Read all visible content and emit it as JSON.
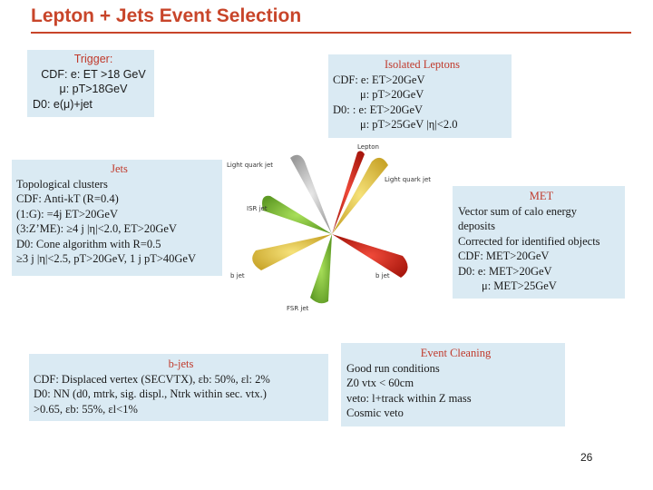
{
  "slide": {
    "title": "Lepton + Jets Event Selection",
    "page_number": "26"
  },
  "trigger": {
    "heading": "Trigger:",
    "lines": [
      "CDF: e: ET >18 GeV",
      "μ: pT>18GeV",
      "D0: e(μ)+jet"
    ]
  },
  "isolated_leptons": {
    "heading": "Isolated Leptons",
    "lines": [
      "CDF: e: ET>20GeV",
      "μ: pT>20GeV",
      "D0: : e: ET>20GeV",
      "μ: pT>25GeV |η|<2.0"
    ]
  },
  "jets": {
    "heading": "Jets",
    "lines": [
      "Topological clusters",
      "CDF: Anti-kT (R=0.4)",
      "(1:G): =4j ET>20GeV",
      "(3:Z’ME): ≥4 j |η|<2.0, ET>20GeV",
      "D0: Cone algorithm with R=0.5",
      "≥3 j |η|<2.5, pT>20GeV, 1 j pT>40GeV"
    ]
  },
  "met": {
    "heading": "MET",
    "lines": [
      "Vector sum of calo energy",
      "deposits",
      "Corrected for identified objects",
      "CDF: MET>20GeV",
      "D0: e: MET>20GeV",
      "μ: MET>25GeV"
    ]
  },
  "bjets": {
    "heading": "b-jets",
    "lines": [
      "CDF: Displaced vertex (SECVTX), εb: 50%, εl: 2%",
      "D0: NN (d0, mtrk, sig. displ., Ntrk within sec. vtx.)",
      ">0.65, εb: 55%, εl<1%"
    ]
  },
  "event_cleaning": {
    "heading": "Event Cleaning",
    "lines": [
      "Good run conditions",
      "Z0 vtx < 60cm",
      "veto: l+track within Z mass",
      "Cosmic veto"
    ]
  },
  "event_display": {
    "labels": {
      "light_quark_1": "Light quark jet",
      "light_quark_2": "Light quark jet",
      "lepton": "Lepton",
      "isr": "ISR jet",
      "bjet_left": "b jet",
      "bjet_right": "b jet",
      "fsr": "FSR jet"
    }
  },
  "colors": {
    "title": "#c8452a",
    "box_bg": "#daeaf3",
    "heading": "#c0392b"
  }
}
